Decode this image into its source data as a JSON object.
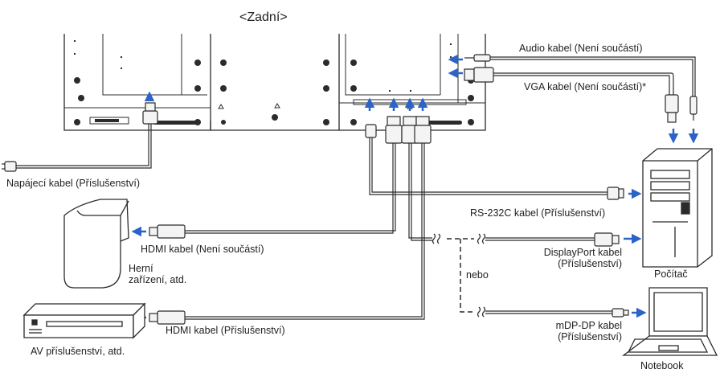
{
  "title": "<Zadní>",
  "labels": {
    "audio_cable": "Audio kabel  (Není součástí)",
    "vga_cable": "VGA kabel (Není součástí)*",
    "power_cable": "Napájecí kabel (Příslušenství)",
    "rs232c_cable": "RS-232C kabel (Příslušenství)",
    "hdmi_cable_not_included": "HDMI kabel (Není součástí)",
    "game_device_line1": "Herní",
    "game_device_line2": "zařízení, atd.",
    "displayport_cable_line1": "DisplayPort kabel",
    "displayport_cable_line2": "(Příslušenství)",
    "computer": "Počítač",
    "or": "nebo",
    "mdp_dp_cable_line1": "mDP-DP kabel",
    "mdp_dp_cable_line2": "(Příslušenství)",
    "hdmi_cable_accessory": "HDMI kabel (Příslušenství)",
    "av_accessory": "AV příslušenství, atd.",
    "notebook": "Notebook"
  },
  "colors": {
    "line": "#2b2b2b",
    "arrow": "#2b63c8",
    "cable_fill": "#f4f4f4",
    "device_fill": "#ffffff"
  }
}
